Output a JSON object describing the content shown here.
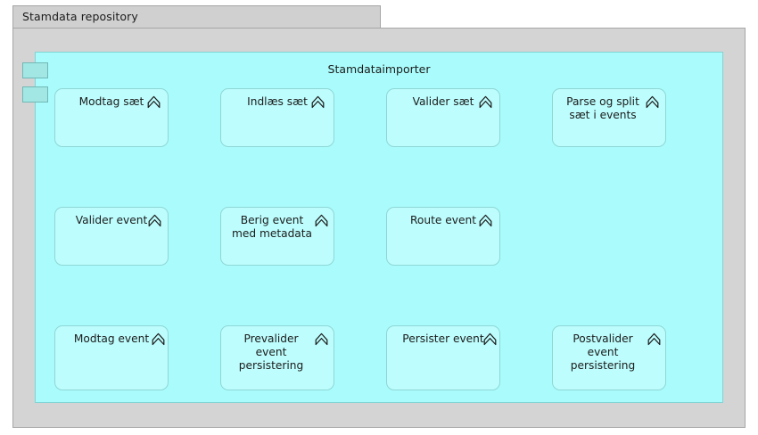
{
  "tab": {
    "label": "Stamdata repository"
  },
  "group": {
    "title": "Stamdataimporter",
    "icon_name": "application-component-icon"
  },
  "colors": {
    "canvas_bg": "#d4d4d4",
    "group_fill": "#aafcfc",
    "group_border": "#7fd5d5",
    "node_fill": "#bdfdfd",
    "node_border": "#8fd6d6",
    "connector": "#1c1c1c",
    "tab_bg": "#d0d0d0",
    "text": "#1c1c1c"
  },
  "diagram": {
    "type": "process-flow",
    "element_type": "business-process",
    "icon_name": "process-chevron-icon",
    "rows": [
      {
        "nodes": [
          {
            "id": "modtag-saet",
            "label": "Modtag sæt"
          },
          {
            "id": "indlaes-saet",
            "label": "Indlæs sæt"
          },
          {
            "id": "valider-saet",
            "label": "Valider sæt"
          },
          {
            "id": "parse-split",
            "label": "Parse og split\nsæt i events"
          }
        ]
      },
      {
        "nodes": [
          {
            "id": "valider-event",
            "label": "Valider event"
          },
          {
            "id": "berig-event",
            "label": "Berig event\nmed metadata"
          },
          {
            "id": "route-event",
            "label": "Route event"
          }
        ]
      },
      {
        "nodes": [
          {
            "id": "modtag-event",
            "label": "Modtag event"
          },
          {
            "id": "prevalider-event",
            "label": "Prevalider\nevent\npersistering"
          },
          {
            "id": "persister-event",
            "label": "Persister event"
          },
          {
            "id": "postvalider-event",
            "label": "Postvalider\nevent\npersistering"
          }
        ]
      }
    ],
    "connections": [
      {
        "from": "modtag-saet",
        "to": "indlaes-saet",
        "kind": "straight"
      },
      {
        "from": "indlaes-saet",
        "to": "valider-saet",
        "kind": "straight"
      },
      {
        "from": "valider-saet",
        "to": "parse-split",
        "kind": "straight"
      },
      {
        "from": "parse-split",
        "to": "valider-event",
        "kind": "wrap"
      },
      {
        "from": "valider-event",
        "to": "berig-event",
        "kind": "straight"
      },
      {
        "from": "berig-event",
        "to": "route-event",
        "kind": "straight"
      },
      {
        "from": "route-event",
        "to": "modtag-event",
        "kind": "wrap"
      },
      {
        "from": "modtag-event",
        "to": "prevalider-event",
        "kind": "straight"
      },
      {
        "from": "prevalider-event",
        "to": "persister-event",
        "kind": "straight"
      },
      {
        "from": "persister-event",
        "to": "postvalider-event",
        "kind": "straight"
      }
    ]
  }
}
